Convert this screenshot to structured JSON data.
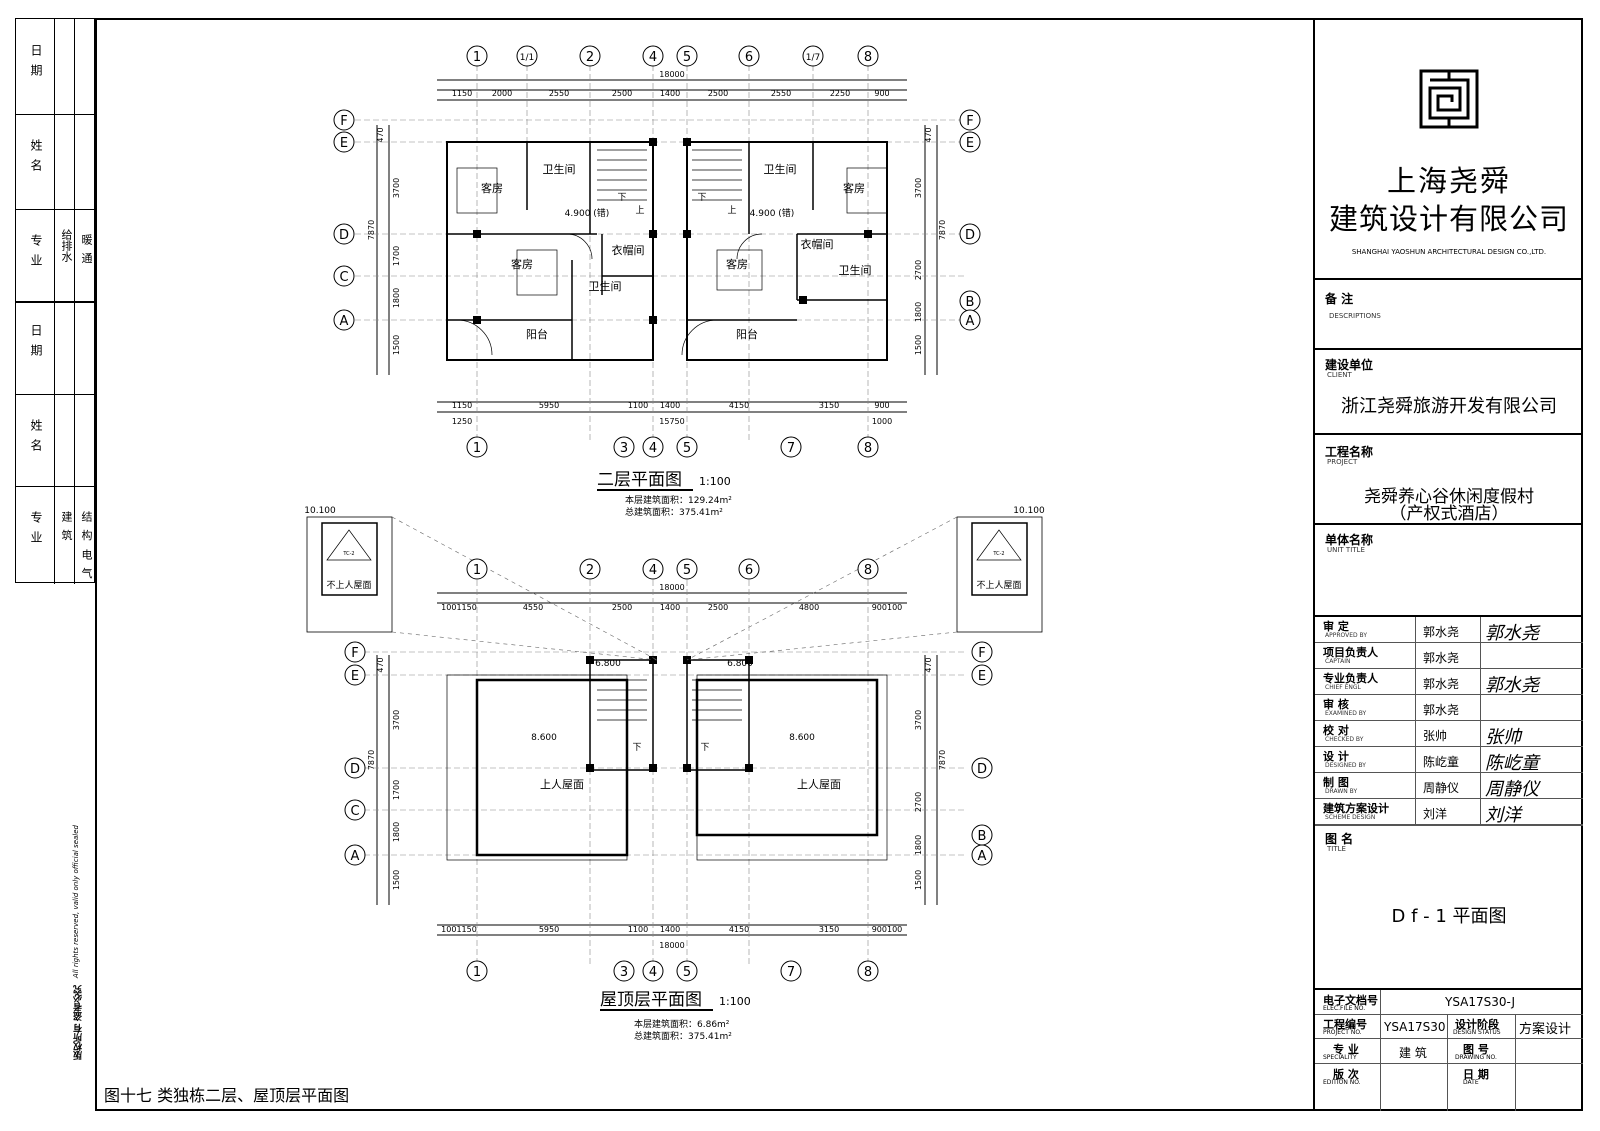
{
  "side_strip": {
    "labels": [
      "日  期",
      "姓  名",
      "专  业",
      "给排水",
      "暖  通",
      "日  期",
      "姓  名",
      "专  业",
      "建  筑",
      "结  构",
      "电  气"
    ],
    "copyright_cn": "版权所有 盗者必究",
    "copyright_en": "All rights reserved, valid only official sealed"
  },
  "title_block": {
    "company_cn_1": "上海尧舜",
    "company_cn_2": "建筑设计有限公司",
    "company_en": "SHANGHAI YAOSHUN ARCHITECTURAL DESIGN CO.,LTD.",
    "notes_label": "备  注",
    "notes_en": "DESCRIPTIONS",
    "client_label": "建设单位",
    "client_en": "CLIENT",
    "client_name": "浙江尧舜旅游开发有限公司",
    "project_label": "工程名称",
    "project_en": "PROJECT",
    "project_name_1": "尧舜养心谷休闲度假村",
    "project_name_2": "（产权式酒店）",
    "unit_label": "单体名称",
    "unit_en": "UNIT TITLE",
    "signatures": [
      {
        "label": "审  定",
        "en": "APPROVED BY",
        "name": "郭水尧",
        "sign": "郭水尧"
      },
      {
        "label": "项目负责人",
        "en": "CAPTAIN",
        "name": "郭水尧",
        "sign": ""
      },
      {
        "label": "专业负责人",
        "en": "CHIEF ENGL",
        "name": "郭水尧",
        "sign": "郭水尧"
      },
      {
        "label": "审  核",
        "en": "EXAMINED BY",
        "name": "郭水尧",
        "sign": ""
      },
      {
        "label": "校  对",
        "en": "CHECKED BY",
        "name": "张帅",
        "sign": "张帅"
      },
      {
        "label": "设  计",
        "en": "DESIGNED BY",
        "name": "陈屹童",
        "sign": "陈屹童"
      },
      {
        "label": "制  图",
        "en": "DRAWN BY",
        "name": "周静仪",
        "sign": "周静仪"
      },
      {
        "label": "建筑方案设计",
        "en": "SCHEME DESIGN",
        "name": "刘洋",
        "sign": "刘洋"
      }
    ],
    "title_label": "图  名",
    "title_en": "TITLE",
    "drawing_title": "D f - 1 平面图",
    "elec_label": "电子文档号",
    "elec_en": "ELEC.FILE NO.",
    "elec_value": "YSA17S30-J",
    "proj_no_label": "工程编号",
    "proj_no_en": "PROJECT NO.",
    "proj_no_value": "YSA17S30",
    "stage_label": "设计阶段",
    "stage_en": "DESIGN STATUS",
    "stage_value": "方案设计",
    "spec_label": "专  业",
    "spec_en": "SPECIALITY",
    "spec_value": "建 筑",
    "dwg_no_label": "图  号",
    "dwg_no_en": "DRAWING NO.",
    "edition_label": "版  次",
    "edition_en": "EDITION NO.",
    "date_label": "日  期",
    "date_en": "DATE"
  },
  "plans": {
    "second_floor": {
      "title": "二层平面图",
      "scale": "1:100",
      "area_this": "本层建筑面积：129.24m²",
      "area_total": "总建筑面积：375.41m²",
      "top_axes": [
        "1",
        "1/1",
        "2",
        "4",
        "5",
        "6",
        "1/7",
        "8"
      ],
      "top_total": "18000",
      "top_dims": [
        "1150",
        "2000",
        "2550",
        "2500",
        "1400",
        "2500",
        "2550",
        "2250",
        "900"
      ],
      "bottom_axes": [
        "1",
        "3",
        "4",
        "5",
        "7",
        "8"
      ],
      "bottom_dims": [
        "1150",
        "5950",
        "1100",
        "1400",
        "4150",
        "3150",
        "900"
      ],
      "bottom_dims2": [
        "1250",
        "15750",
        "1000"
      ],
      "left_axes": [
        "F",
        "E",
        "D",
        "C",
        "A"
      ],
      "right_axes": [
        "F",
        "E",
        "D",
        "B",
        "A"
      ],
      "left_dims": [
        "470",
        "3700",
        "1700",
        "1800",
        "1500"
      ],
      "left_total": "7870",
      "right_dims": [
        "470",
        "3700",
        "2700",
        "1800",
        "1500"
      ],
      "right_total": "7870",
      "rooms": [
        "客房",
        "卫生间",
        "客房",
        "衣帽间",
        "卫生间",
        "阳台",
        "卫生间",
        "客房",
        "客房",
        "衣帽间",
        "卫生间",
        "阳台"
      ],
      "levels": [
        "4.900 (错)",
        "4.900 (错)"
      ],
      "stair_down": [
        "下",
        "下"
      ],
      "stair_up": [
        "上",
        "上"
      ]
    },
    "roof": {
      "title": "屋顶层平面图",
      "scale": "1:100",
      "area_this": "本层建筑面积：6.86m²",
      "area_total": "总建筑面积：375.41m²",
      "top_axes": [
        "1",
        "2",
        "4",
        "5",
        "6",
        "8"
      ],
      "top_total": "18000",
      "top_dims": [
        "1001150",
        "4550",
        "2500",
        "1400",
        "2500",
        "4800",
        "900100"
      ],
      "bottom_axes": [
        "1",
        "3",
        "4",
        "5",
        "7",
        "8"
      ],
      "bottom_dims": [
        "1001150",
        "5950",
        "1100",
        "1400",
        "4150",
        "3150",
        "900100"
      ],
      "bottom_total": "18000",
      "left_axes": [
        "F",
        "E",
        "D",
        "C",
        "A"
      ],
      "right_axes": [
        "F",
        "E",
        "D",
        "B",
        "A"
      ],
      "left_dims": [
        "470",
        "3700",
        "1700",
        "1800",
        "1500"
      ],
      "left_total": "7870",
      "right_dims": [
        "470",
        "3700",
        "2700",
        "1800",
        "1500"
      ],
      "right_total": "7870",
      "roof_labels": [
        "上人屋面",
        "上人屋面"
      ],
      "levels": [
        "8.600",
        "8.600"
      ],
      "top_levels": [
        "6.800",
        "6.800"
      ],
      "stair_down": [
        "下",
        "下"
      ],
      "detail_level": [
        "10.100",
        "10.100"
      ],
      "detail_label": [
        "不上人屋面",
        "不上人屋面"
      ],
      "detail_tag": [
        "TC-2",
        "TC-2"
      ]
    }
  },
  "caption": "图十七 类独栋二层、屋顶层平面图"
}
